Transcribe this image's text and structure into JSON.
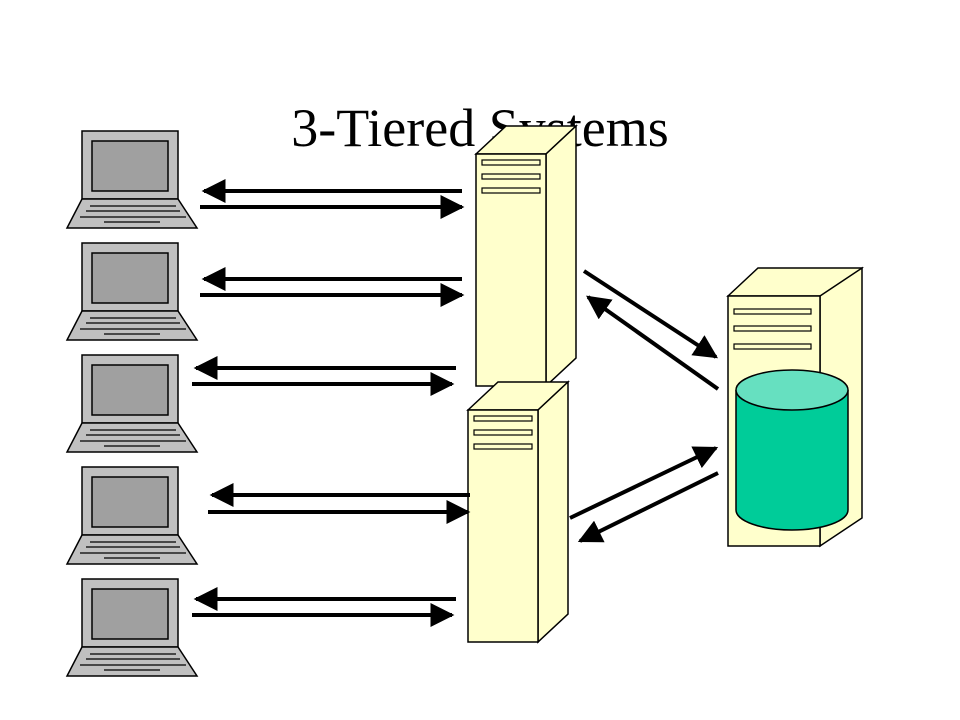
{
  "slide": {
    "title": "3-Tiered Systems"
  },
  "colors": {
    "background": "#ffffff",
    "line": "#000000",
    "laptop_body": "#c0c0c0",
    "laptop_screen": "#a0a0a0",
    "server_body": "#ffffcc",
    "database_body": "#00cc99",
    "database_top": "#66e0c0"
  },
  "diagram": {
    "tiers": [
      {
        "name": "client-tier",
        "count": 5,
        "icon": "laptop-icon"
      },
      {
        "name": "application-tier",
        "count": 2,
        "icon": "server-tower-icon"
      },
      {
        "name": "data-tier",
        "count": 1,
        "icon": "database-server-icon"
      }
    ]
  }
}
